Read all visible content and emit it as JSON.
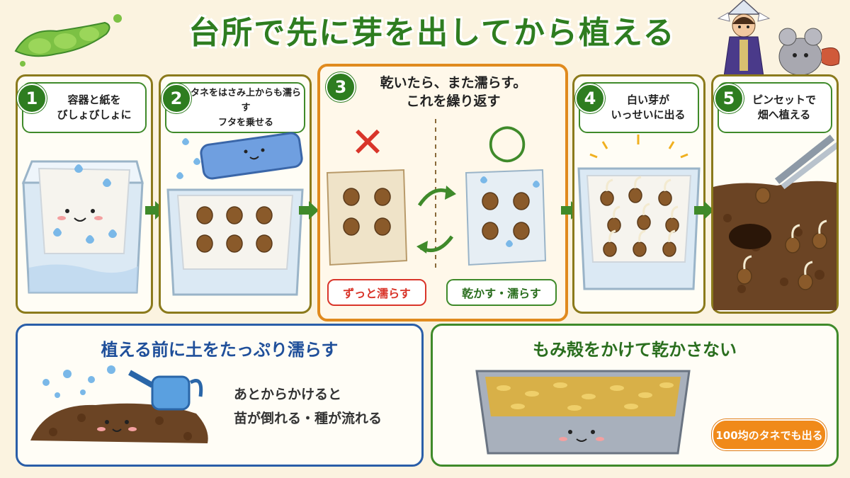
{
  "title": "台所で先に芽を出してから植える",
  "steps": [
    {
      "num": "1",
      "lines": [
        "容器と紙を",
        "びしょびしょに"
      ]
    },
    {
      "num": "2",
      "lines": [
        "タネをはさみ上からも濡らす",
        "フタを乗せる"
      ]
    },
    {
      "num": "3",
      "lines": [
        "乾いたら、また濡らす。",
        "これを繰り返す"
      ]
    },
    {
      "num": "4",
      "lines": [
        "白い芽が",
        "いっせいに出る"
      ]
    },
    {
      "num": "5",
      "lines": [
        "ピンセットで",
        "畑へ植える"
      ]
    }
  ],
  "step3": {
    "bad_mark": "✕",
    "good_mark": "○",
    "bad_label": "ずっと濡らす",
    "good_label": "乾かす・濡らす"
  },
  "panel_soil": {
    "title": "植える前に土をたっぷり濡らす",
    "note_lines": [
      "あとからかけると",
      "苗が倒れる・種が流れる"
    ]
  },
  "panel_husk": {
    "title": "もみ殻をかけて乾かさない",
    "badge": "100均のタネでも出る"
  },
  "colors": {
    "accent_green": "#2e7d20",
    "accent_orange": "#e08a1e",
    "accent_blue": "#2a5ea8",
    "bad_red": "#d9352a"
  }
}
